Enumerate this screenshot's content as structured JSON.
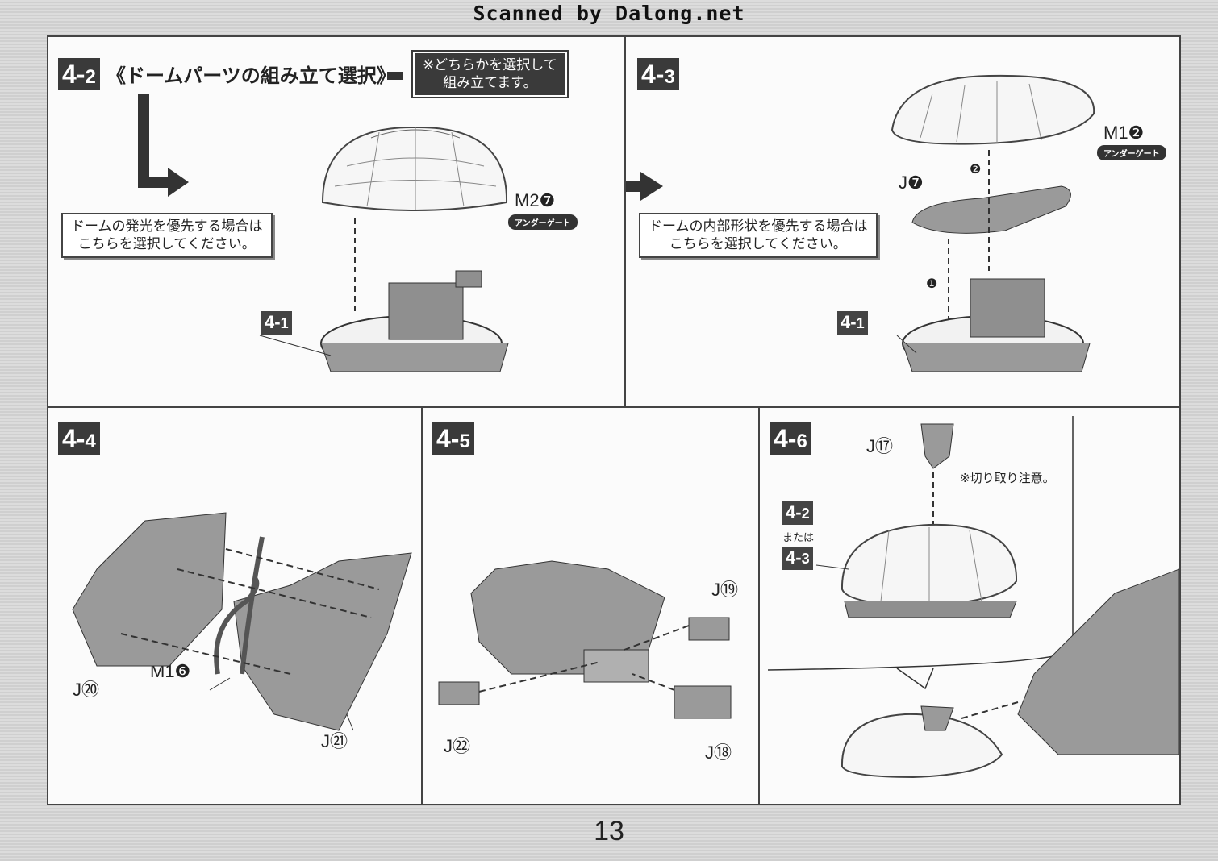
{
  "banner": "Scanned by Dalong.net",
  "page_number": "13",
  "p42": {
    "step": "4",
    "step_sub": "2",
    "title": "《ドームパーツの組み立て選択》",
    "note_line1": "※どちらかを選択して",
    "note_line2": "組み立てます。",
    "callout_line1": "ドームの発光を優先する場合は",
    "callout_line2": "こちらを選択してください。",
    "part": "M2❼",
    "under": "アンダーゲート",
    "tag": "4",
    "tag_sub": "1"
  },
  "p43": {
    "step": "4",
    "step_sub": "3",
    "callout_line1": "ドームの内部形状を優先する場合は",
    "callout_line2": "こちらを選択してください。",
    "part_m": "M1❷",
    "under": "アンダーゲート",
    "part_j": "J❼",
    "tag": "4",
    "tag_sub": "1",
    "order1": "❶",
    "order2": "❷"
  },
  "p44": {
    "step": "4",
    "step_sub": "4",
    "part_j20": "J⑳",
    "part_m16": "M1❻",
    "part_j21": "J㉑"
  },
  "p45": {
    "step": "4",
    "step_sub": "5",
    "part_j19": "J⑲",
    "part_j22": "J㉒",
    "part_j18": "J⑱"
  },
  "p46": {
    "step": "4",
    "step_sub": "6",
    "part_j17": "J⑰",
    "caution": "※切り取り注意。",
    "tag_a": "4",
    "tag_a_sub": "2",
    "or": "または",
    "tag_b": "4",
    "tag_b_sub": "3"
  }
}
